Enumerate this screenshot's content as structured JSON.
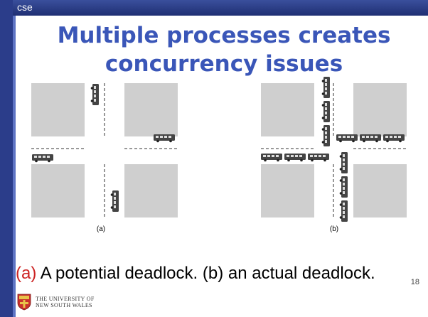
{
  "header": {
    "label": "cse"
  },
  "slide": {
    "title_line1": "Multiple processes creates",
    "title_line2": "concurrency issues",
    "caption_red": "(a)",
    "caption_rest": " A potential deadlock. (b) an actual deadlock.",
    "page_number": "18"
  },
  "figure": {
    "panel_a_label": "(a)",
    "panel_b_label": "(b)"
  },
  "footer": {
    "university_line1": "THE UNIVERSITY OF",
    "university_line2": "NEW SOUTH WALES"
  },
  "colors": {
    "title": "#3a56b8",
    "caption_accent": "#cc2222",
    "block": "#cfcfcf",
    "bus": "#444444"
  }
}
